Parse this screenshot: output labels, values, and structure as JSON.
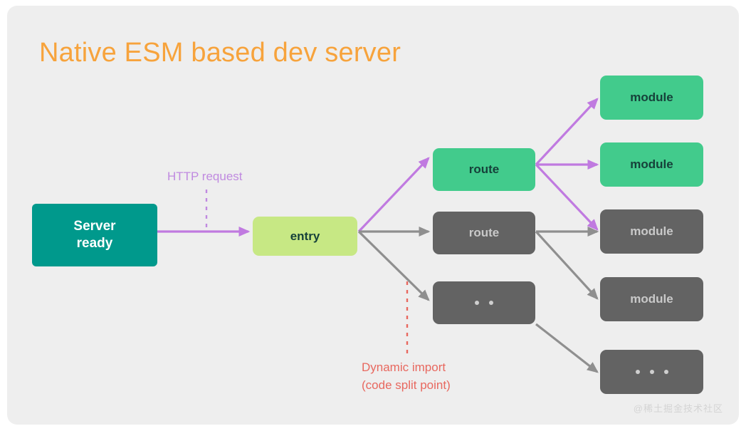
{
  "title": "Native ESM based dev server",
  "watermark": "@稀土掘金技术社区",
  "colors": {
    "canvas_bg": "#eeeeee",
    "page_bg": "#ffffff",
    "title": "#f7a33c",
    "teal": "#00998c",
    "green": "#42cb8c",
    "lime": "#c7e884",
    "gray": "#636363",
    "purple_edge": "#c07ae0",
    "gray_edge": "#8f8f8f",
    "label_purple": "#c08ae0",
    "label_red": "#e8685f",
    "watermark": "#d4d4d4"
  },
  "nodes": {
    "server": {
      "label": "Server\nready",
      "line1": "Server",
      "line2": "ready",
      "style": "teal"
    },
    "entry": {
      "label": "entry",
      "style": "lime"
    },
    "route_green": {
      "label": "route",
      "style": "green"
    },
    "route_gray": {
      "label": "route",
      "style": "gray"
    },
    "route_more": {
      "label": "..",
      "dots": 2,
      "style": "gray"
    },
    "module_green_1": {
      "label": "module",
      "style": "green"
    },
    "module_green_2": {
      "label": "module",
      "style": "green"
    },
    "module_gray_1": {
      "label": "module",
      "style": "gray"
    },
    "module_gray_2": {
      "label": "module",
      "style": "gray"
    },
    "module_more": {
      "label": "...",
      "dots": 3,
      "style": "gray"
    }
  },
  "annotations": {
    "http_request": "HTTP request",
    "dynamic_import_line1": "Dynamic import",
    "dynamic_import_line2": "(code split point)"
  },
  "edges": [
    {
      "from": "server",
      "to": "entry",
      "color": "purple",
      "style": "solid"
    },
    {
      "from": "entry",
      "to": "route_green",
      "color": "purple",
      "style": "solid"
    },
    {
      "from": "entry",
      "to": "route_gray",
      "color": "gray",
      "style": "solid"
    },
    {
      "from": "entry",
      "to": "route_more",
      "color": "gray",
      "style": "solid"
    },
    {
      "from": "route_green",
      "to": "module_green_1",
      "color": "purple",
      "style": "solid"
    },
    {
      "from": "route_green",
      "to": "module_green_2",
      "color": "purple",
      "style": "solid"
    },
    {
      "from": "route_green",
      "to": "module_gray_1",
      "color": "purple",
      "style": "solid"
    },
    {
      "from": "route_gray",
      "to": "module_gray_1",
      "color": "gray",
      "style": "solid"
    },
    {
      "from": "route_gray",
      "to": "module_gray_2",
      "color": "gray",
      "style": "solid"
    },
    {
      "from": "route_more",
      "to": "module_more",
      "color": "gray",
      "style": "solid"
    },
    {
      "from": "http_request_label",
      "to": "server_entry_edge",
      "color": "purple",
      "style": "dashed"
    },
    {
      "from": "dynamic_import_label",
      "to": "entry_route_more_edge",
      "color": "red",
      "style": "dashed"
    }
  ]
}
